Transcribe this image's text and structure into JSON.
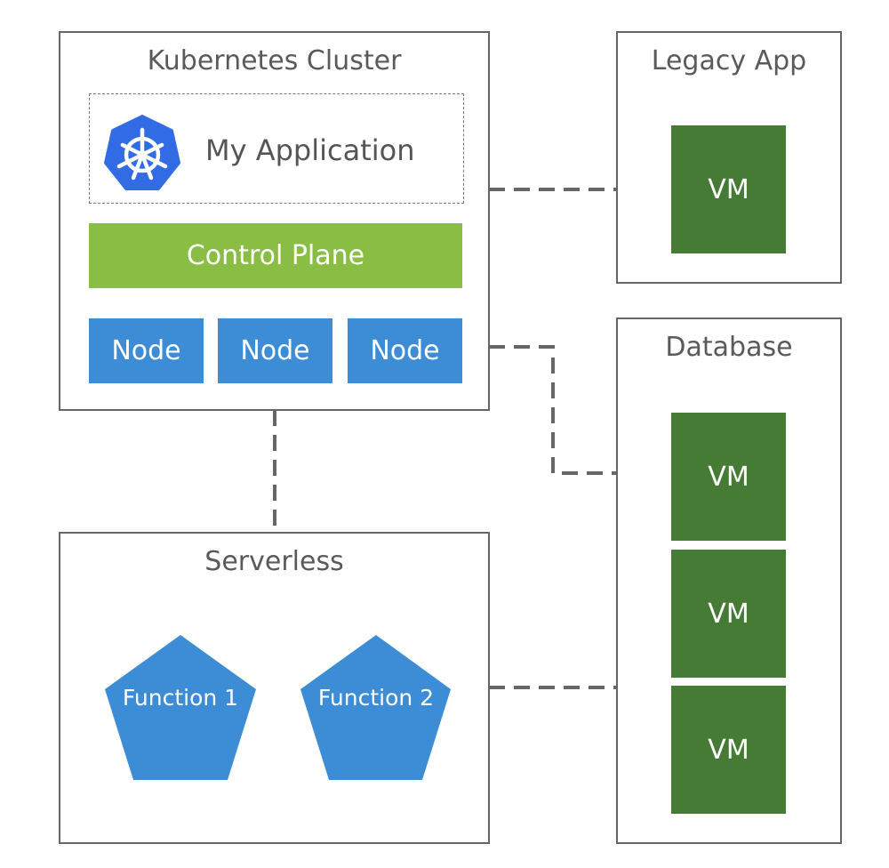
{
  "kubernetes_cluster": {
    "title": "Kubernetes Cluster",
    "application": {
      "label": "My Application",
      "icon": "kubernetes-helm-icon"
    },
    "control_plane": "Control Plane",
    "nodes": [
      "Node",
      "Node",
      "Node"
    ]
  },
  "legacy_app": {
    "title": "Legacy App",
    "vms": [
      "VM"
    ]
  },
  "database": {
    "title": "Database",
    "vms": [
      "VM",
      "VM",
      "VM"
    ]
  },
  "serverless": {
    "title": "Serverless",
    "functions": [
      "Function 1",
      "Function 2"
    ]
  },
  "colors": {
    "border": "#666666",
    "vm_green": "#457b35",
    "control_plane_green": "#8abd43",
    "node_blue": "#3c8dd5",
    "function_blue": "#3c8dd5",
    "kubernetes_blue": "#326ce5",
    "connector": "#666666"
  }
}
